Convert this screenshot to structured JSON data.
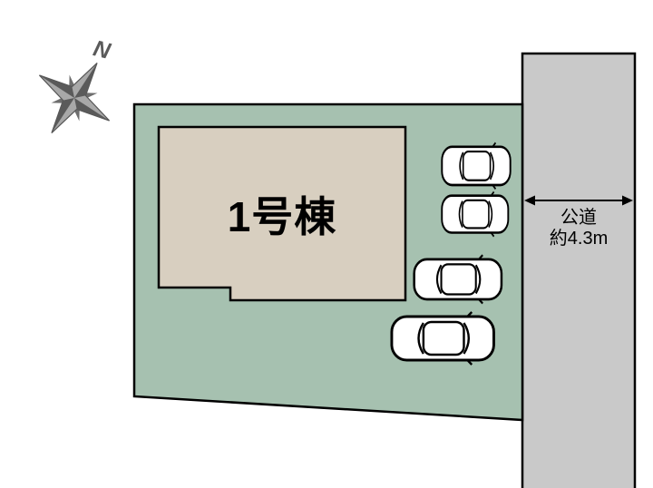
{
  "plan": {
    "building_label": "1号棟",
    "road_label_line1": "公道",
    "road_label_line2": "約4.3m",
    "compass_label": "N",
    "car_count": 4
  },
  "colors": {
    "lot_fill": "#a6c1b0",
    "building_fill": "#d8cfc0",
    "road_fill": "#c9c9c9",
    "outline": "#000000"
  }
}
